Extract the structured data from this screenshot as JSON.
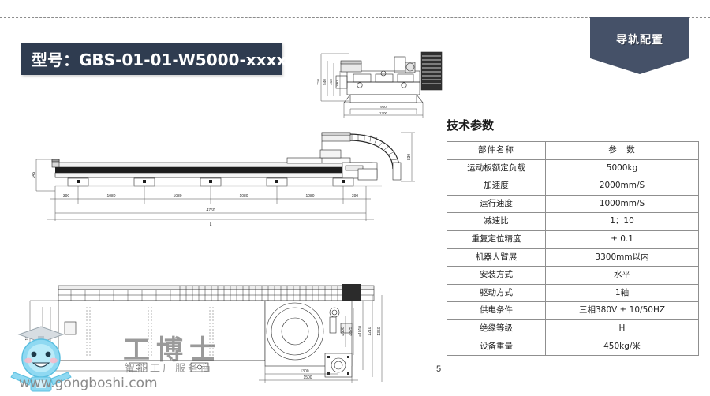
{
  "banner": {
    "label": "导轨配置"
  },
  "model": {
    "label": "型号：GBS-01-01-W5000-xxxx"
  },
  "spec": {
    "title": "技术参数",
    "columns": [
      "部件名称",
      "参　数"
    ],
    "rows": [
      {
        "name": "运动板额定负载",
        "value": "5000kg"
      },
      {
        "name": "加速度",
        "value": "2000mm/S"
      },
      {
        "name": "运行速度",
        "value": "1000mm/S"
      },
      {
        "name": "减速比",
        "value": "1：10"
      },
      {
        "name": "重复定位精度",
        "value": "± 0.1"
      },
      {
        "name": "机器人臂展",
        "value": "3300mm以内"
      },
      {
        "name": "安装方式",
        "value": "水平"
      },
      {
        "name": "驱动方式",
        "value": "1轴"
      },
      {
        "name": "供电条件",
        "value": "三相380V ± 10/50HZ"
      },
      {
        "name": "绝缘等级",
        "value": "H"
      },
      {
        "name": "设备重量",
        "value": "450kg/米"
      }
    ]
  },
  "page_number": "5",
  "drawings": {
    "end_view": {
      "vertical_dims": [
        "710",
        "540",
        "410",
        "390"
      ],
      "horizontal_dims": [
        "900",
        "1200"
      ]
    },
    "side_view": {
      "height_left": "345",
      "height_right": "830",
      "pitch_dims": [
        "390",
        "1080",
        "1080",
        "1080",
        "1080",
        "390"
      ],
      "overall": "4760",
      "overall_label": "L"
    },
    "plan_view": {
      "left_dims": [
        "1200",
        "910",
        "735"
      ],
      "right_dims": [
        "⌀500",
        "⌀825",
        "⌀1010",
        "1210",
        "1350"
      ],
      "bottom_dims": [
        "1300",
        "1500"
      ]
    }
  },
  "watermark": {
    "brand": "工博士",
    "tagline": "智能工厂服务商",
    "url": "www.gongboshi.com"
  },
  "colors": {
    "banner": "#455168",
    "badge": "#2f3c50",
    "table_border": "#8f8f8f",
    "watermark_cyan": "#7fd4ef"
  }
}
